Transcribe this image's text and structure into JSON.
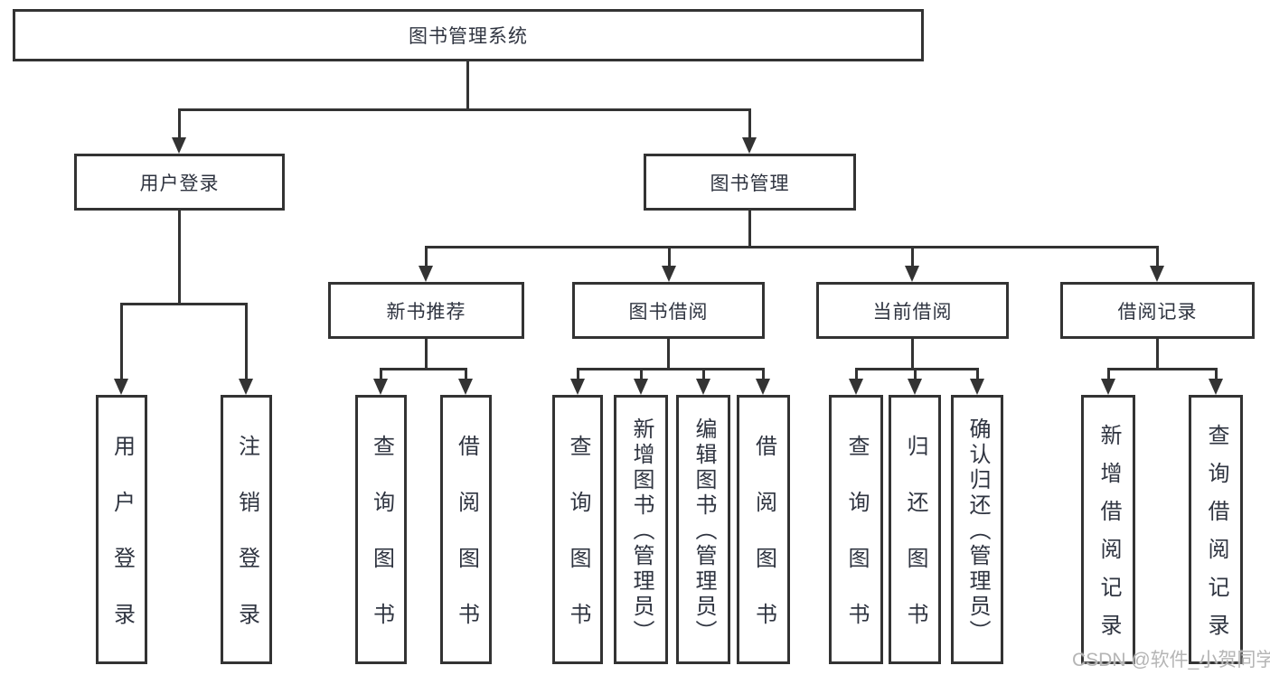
{
  "colors": {
    "line": "#333333",
    "text": "#2f3440",
    "background": "#ffffff",
    "watermark": "#b5b5b5"
  },
  "tree": {
    "root": {
      "label": "图书管理系统",
      "children": [
        {
          "label": "用户登录",
          "children": [
            {
              "label": "用户登录"
            },
            {
              "label": "注销登录"
            }
          ]
        },
        {
          "label": "图书管理",
          "children": [
            {
              "label": "新书推荐",
              "children": [
                {
                  "label": "查询图书"
                },
                {
                  "label": "借阅图书"
                }
              ]
            },
            {
              "label": "图书借阅",
              "children": [
                {
                  "label": "查询图书"
                },
                {
                  "label": "新增图书（管理员）"
                },
                {
                  "label": "编辑图书（管理员）"
                },
                {
                  "label": "借阅图书"
                }
              ]
            },
            {
              "label": "当前借阅",
              "children": [
                {
                  "label": "查询图书"
                },
                {
                  "label": "归还图书"
                },
                {
                  "label": "确认归还（管理员）"
                }
              ]
            },
            {
              "label": "借阅记录",
              "children": [
                {
                  "label": "新增借阅记录"
                },
                {
                  "label": "查询借阅记录"
                }
              ]
            }
          ]
        }
      ]
    }
  },
  "watermark": {
    "text": "CSDN @软件_小贺同学"
  }
}
